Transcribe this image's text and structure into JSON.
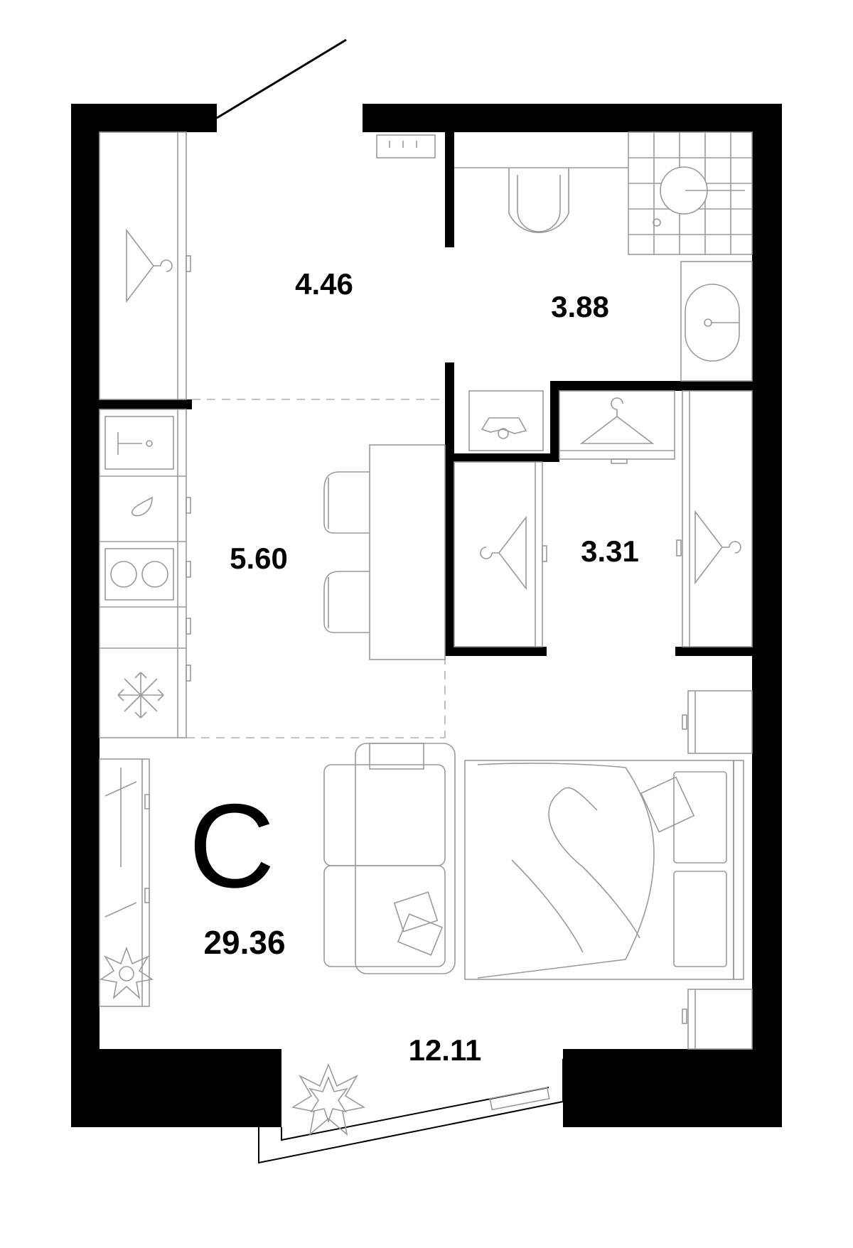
{
  "plan": {
    "apartment_type": "С",
    "total_area": "29.36",
    "rooms": [
      {
        "id": "hall",
        "area": "4.46"
      },
      {
        "id": "bathroom",
        "area": "3.88"
      },
      {
        "id": "kitchen",
        "area": "5.60"
      },
      {
        "id": "wardrobe",
        "area": "3.31"
      },
      {
        "id": "living-room",
        "area": "12.11"
      }
    ]
  }
}
